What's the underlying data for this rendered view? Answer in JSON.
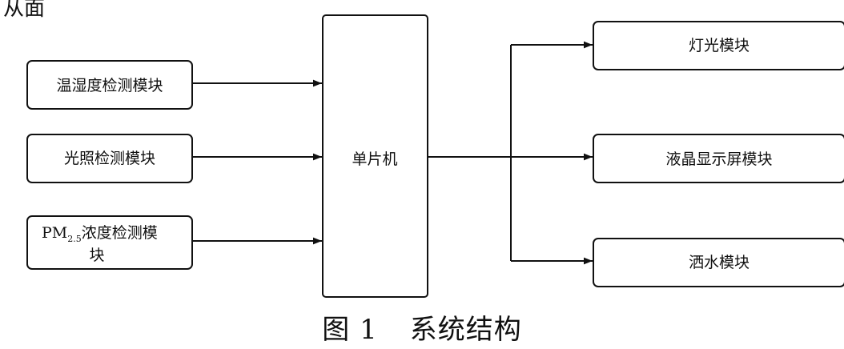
{
  "top_fragment": "从面",
  "caption": {
    "figure_label": "图 1",
    "title": "系统结构"
  },
  "nodes": {
    "temp_humidity": "温湿度检测模块",
    "light_detect": "光照检测模块",
    "pm_prefix": "PM",
    "pm_subscript": "2.5",
    "pm_line1_rest": "浓度检测模",
    "pm_line2": "块",
    "mcu": "单片机",
    "light_module": "灯光模块",
    "lcd_module": "液晶显示屏模块",
    "sprinkler_module": "洒水模块"
  }
}
